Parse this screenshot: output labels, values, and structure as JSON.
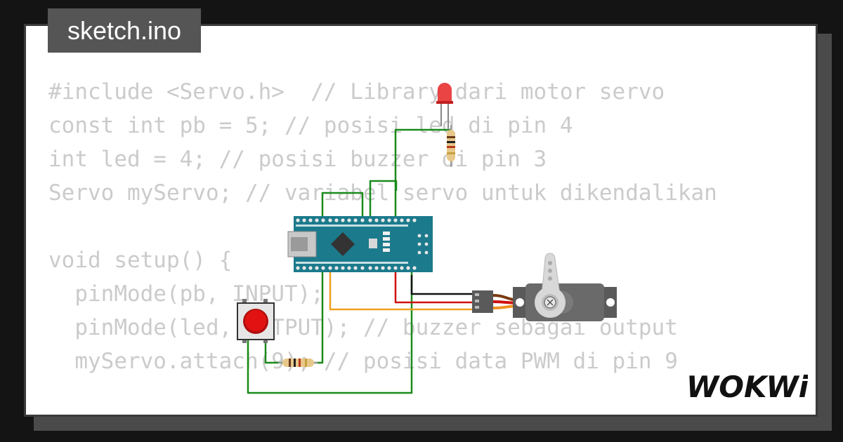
{
  "tab": {
    "filename": "sketch.ino"
  },
  "code": {
    "lines": [
      "#include <Servo.h>  // Library dari motor servo",
      "const int pb = 5; // posisi led di pin 4",
      "int led = 4; // posisi buzzer di pin 3",
      "Servo myServo; // variabel servo untuk dikendalikan",
      "",
      "void setup() {",
      "  pinMode(pb, INPUT);",
      "  pinMode(led, OUTPUT); // buzzer sebagai output",
      "  myServo.attach(9); // posisi data PWM di pin 9",
      "",
      "}"
    ]
  },
  "logo": {
    "text": "WOKWi"
  },
  "colors": {
    "board": "#1b7a8c",
    "wire_green": "#1a8a1a",
    "wire_red": "#d01010",
    "wire_orange": "#f0a020",
    "wire_black": "#111111",
    "button_red": "#e31212",
    "led_red": "#e83030"
  },
  "icons": [
    "arduino-nano-board",
    "led-icon",
    "resistor-icon",
    "push-button-icon",
    "servo-motor-icon"
  ]
}
